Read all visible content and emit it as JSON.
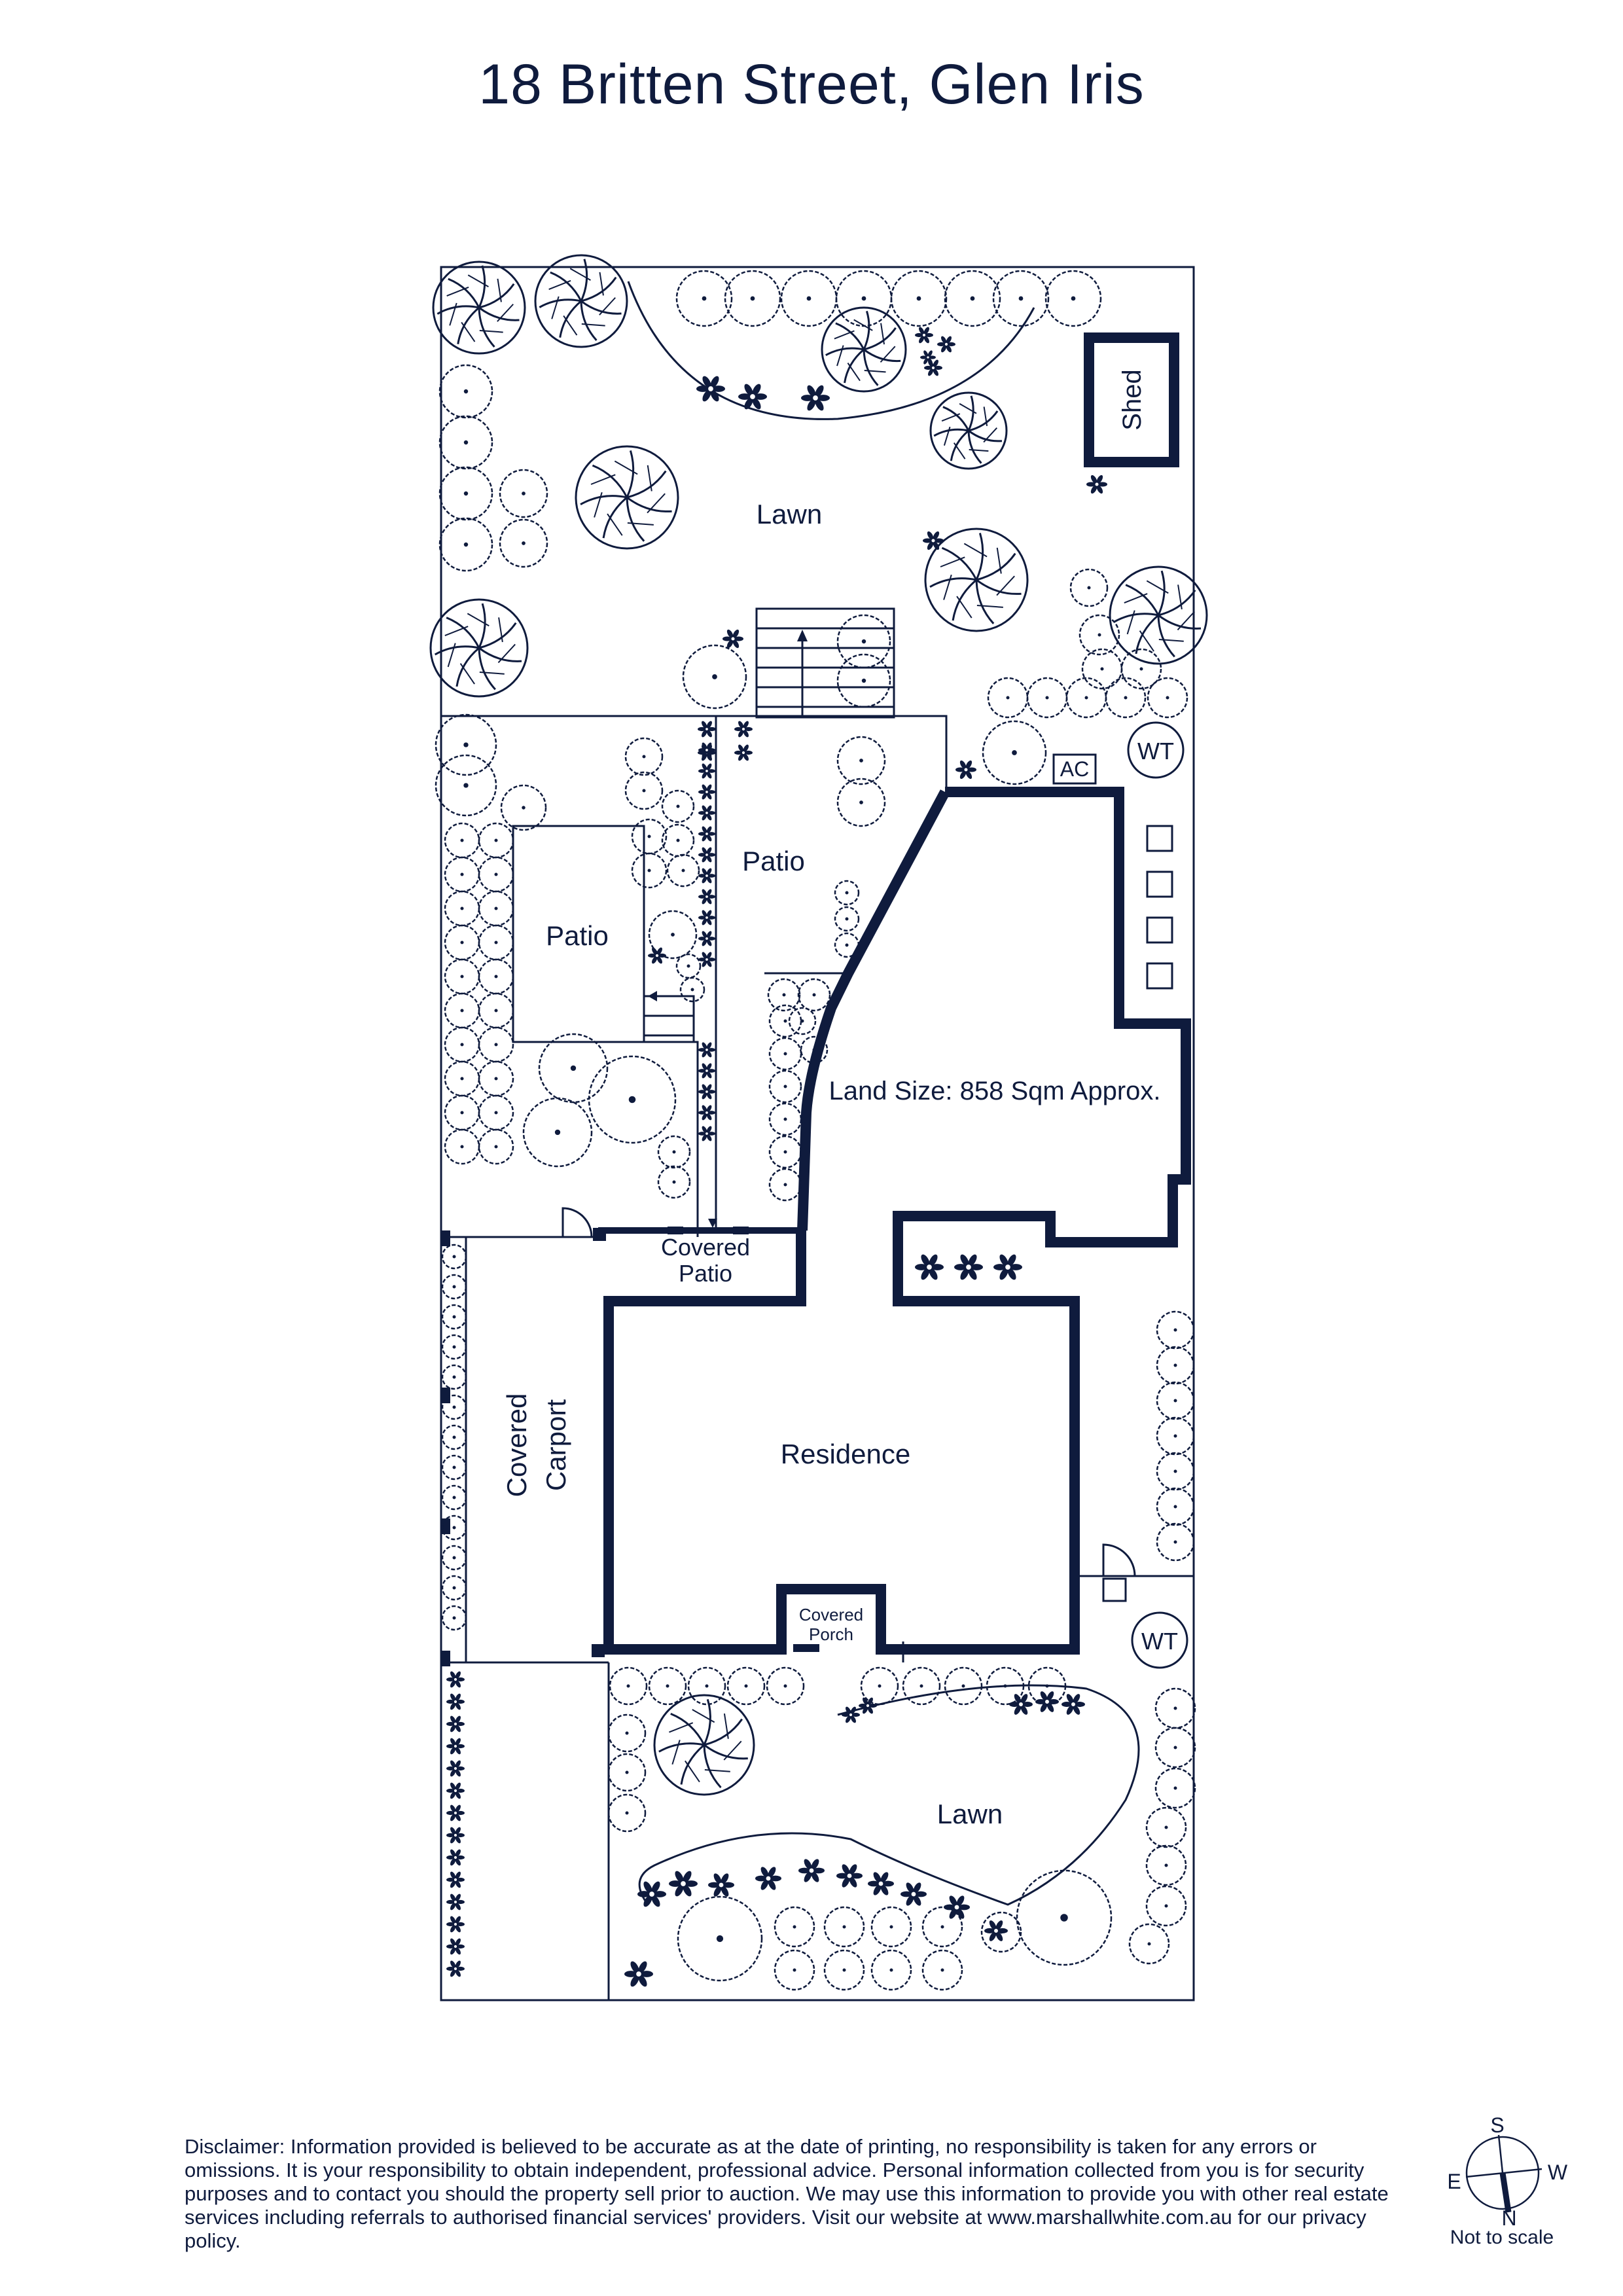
{
  "title": "18 Britten Street, Glen Iris",
  "labels": {
    "lawn_rear": "Lawn",
    "shed": "Shed",
    "wt_rear": "WT",
    "ac": "AC",
    "patio_left": "Patio",
    "patio_right": "Patio",
    "land_size": "Land Size: 858 Sqm Approx.",
    "covered_patio_1": "Covered",
    "covered_patio_2": "Patio",
    "covered_carport_1": "Covered",
    "covered_carport_2": "Carport",
    "residence": "Residence",
    "covered_porch_1": "Covered",
    "covered_porch_2": "Porch",
    "wt_front": "WT",
    "lawn_front": "Lawn"
  },
  "compass": {
    "s": "S",
    "e": "E",
    "w": "W",
    "n": "N"
  },
  "scale_note": "Not to scale",
  "disclaimer": "Disclaimer: Information provided is believed to be accurate as at the date of printing, no responsibility is taken for any errors or omissions. It is your responsibility to obtain independent, professional advice. Personal information collected from you is for security purposes and to contact you should the property sell prior to auction. We may use this information to provide you with other real estate services including referrals to authorised financial services' providers. Visit our website at www.marshallwhite.com.au for our privacy policy.",
  "colors": {
    "ink": "#0f1b3d",
    "paper": "#ffffff"
  }
}
